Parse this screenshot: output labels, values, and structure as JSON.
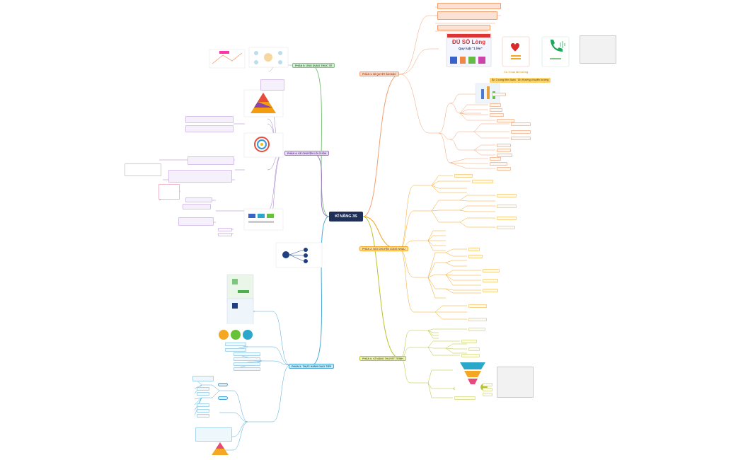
{
  "root": {
    "label": "KĨ NĂNG 3S"
  },
  "colors": {
    "root": "#1f2f57",
    "orange": "#f0a070",
    "amber": "#f5a623",
    "green": "#7ec57e",
    "purple": "#a07cc5",
    "blue": "#4aa8d8",
    "olive": "#b8c22e"
  },
  "branches": {
    "trang_phuc": {
      "label": "PHẦN 1: BÍ QUYẾT ĂN MẶC"
    },
    "giao_tiep": {
      "label": "PHẦN 2: NÓI CHUYỆN CÙNG NHAU"
    },
    "thuc_hanh": {
      "label": "PHẦN 3: THỰC HÀNH GIAO TIẾP"
    },
    "ke_chuyen": {
      "label": "PHẦN 4: KỂ CHUYỆN LÔI CUỐN"
    },
    "dinh_huong": {
      "label": "PHẦN 5: ỨNG DỤNG THỰC TẾ"
    },
    "thuyet_trinh": {
      "label": "PHẦN 6: KĨ NĂNG THUYẾT TRÌNH"
    }
  },
  "callouts": {
    "slogan": "Có 3 loại tài hướng",
    "tag1": "Ấn 3 cung tiên đoán",
    "tag2": "Ấn Hướng chuyển hướng",
    "poster_title": "ĐÚ SỐ Lòng",
    "poster_sub": "Quy luật \"1 lên\""
  }
}
